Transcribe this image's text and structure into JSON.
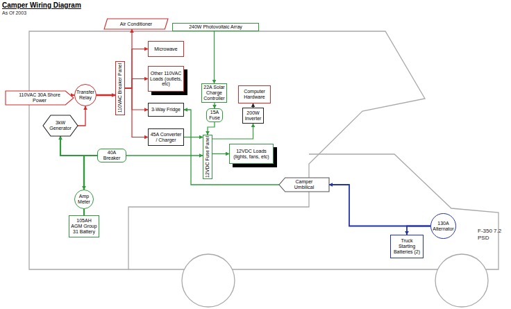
{
  "diagram": {
    "title": "Camper Wiring Diagram",
    "nodes": [
      {
        "text": [
          "Air Conditioner"
        ]
      },
      {
        "text": [
          "240W Photovoltaic Array"
        ]
      },
      {
        "text": [
          "Microwave"
        ]
      },
      {
        "text": [
          "Other 110VAC Loads (outlets, etc)"
        ]
      },
      {
        "text": [
          "110VAC 30A Shore Power"
        ]
      },
      {
        "text": [
          "Transfer Relay"
        ]
      },
      {
        "text": [
          "110VAC Breaker Panel"
        ]
      },
      {
        "text": [
          "3-Way Fridge"
        ]
      },
      {
        "text": [
          "22A Solar Charge Controller"
        ]
      },
      {
        "text": [
          "Computer Hardware"
        ]
      },
      {
        "text": [
          "15A Fuse"
        ]
      },
      {
        "text": [
          "200W Inverter"
        ]
      },
      {
        "text": [
          "3kW Generator"
        ]
      },
      {
        "text": [
          "45A Converter / Charger"
        ]
      },
      {
        "text": [
          "40A Breaker"
        ]
      },
      {
        "text": [
          "12VDC Fuse Panel"
        ]
      },
      {
        "text": [
          "12VDC Loads (lights, fans, etc)"
        ]
      },
      {
        "text": [
          "Amp Meter"
        ]
      },
      {
        "text": [
          "105AH AGM Group 31 Battery"
        ]
      },
      {
        "text": [
          "Camper Umbilical"
        ]
      },
      {
        "text": [
          "130A Alternator"
        ]
      },
      {
        "text": [
          "Truck Starting Batteries (2)"
        ]
      }
    ],
    "edges": [
      {
        "from": 4,
        "to": 5,
        "arrow": "to"
      },
      {
        "from": 12,
        "to": 5,
        "arrow": "to"
      },
      {
        "from": 5,
        "to": 6,
        "arrow": "to"
      },
      {
        "from": 6,
        "to": 0,
        "arrow": "to"
      },
      {
        "from": 6,
        "to": 2,
        "arrow": "to"
      },
      {
        "from": 6,
        "to": 3,
        "arrow": "to"
      },
      {
        "from": 6,
        "to": 7,
        "arrow": "to"
      },
      {
        "from": 6,
        "to": 13,
        "arrow": "to"
      },
      {
        "from": 13,
        "to": 15,
        "arrow": "to"
      },
      {
        "from": 1,
        "to": 8,
        "arrow": "to"
      },
      {
        "from": 8,
        "to": 10,
        "arrow": "to"
      },
      {
        "from": 10,
        "to": 15,
        "arrow": "to"
      },
      {
        "from": 15,
        "to": 16,
        "arrow": "to"
      },
      {
        "from": 15,
        "to": 11,
        "arrow": "to"
      },
      {
        "from": 11,
        "to": 9,
        "arrow": "to"
      },
      {
        "from": 12,
        "to": 17,
        "arrow": "both"
      },
      {
        "from": 17,
        "to": 14,
        "arrow": "none"
      },
      {
        "from": 17,
        "to": 18,
        "arrow": "none"
      },
      {
        "from": 14,
        "to": 15,
        "arrow": "to"
      },
      {
        "from": 19,
        "to": 7,
        "arrow": "to"
      },
      {
        "from": 20,
        "to": 19,
        "arrow": "to"
      },
      {
        "from": 20,
        "to": 21,
        "arrow": "to"
      }
    ],
    "labels": [
      "As Of 2003",
      "F-350 7.2 PSD"
    ]
  }
}
